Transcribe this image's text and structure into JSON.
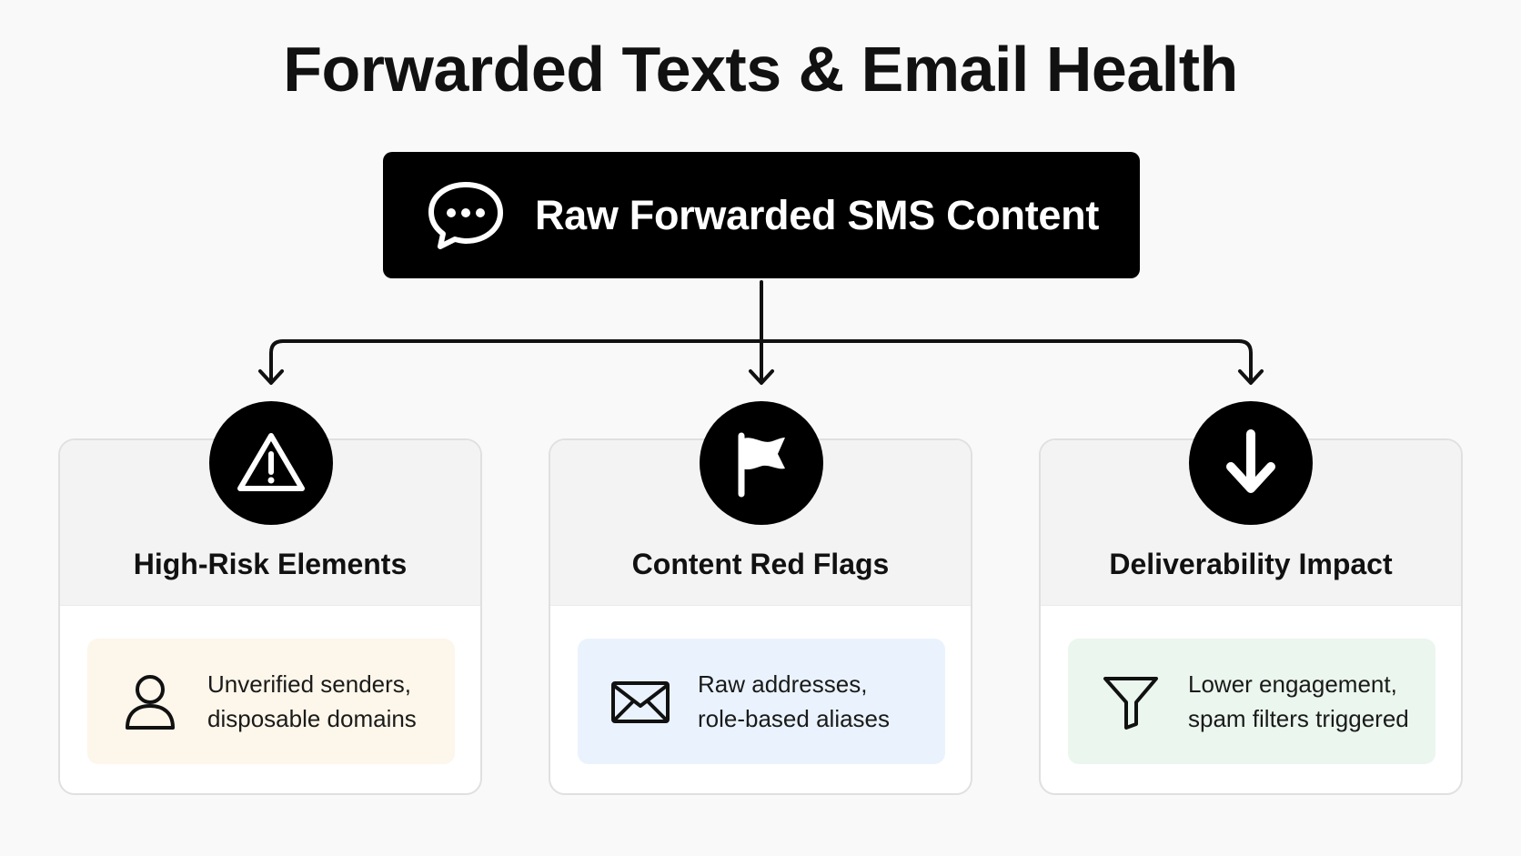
{
  "title": "Forwarded Texts & Email Health",
  "root": {
    "label": "Raw Forwarded SMS Content",
    "icon": "chat-bubble-icon"
  },
  "branches": [
    {
      "title": "High-Risk Elements",
      "badge_icon": "warning-triangle-icon",
      "item_icon": "user-icon",
      "item_text_line1": "Unverified senders,",
      "item_text_line2": "disposable domains",
      "item_color": "#fdf6ea"
    },
    {
      "title": "Content Red Flags",
      "badge_icon": "flag-icon",
      "item_icon": "envelope-icon",
      "item_text_line1": "Raw addresses,",
      "item_text_line2": "role-based aliases",
      "item_color": "#eaf3fd"
    },
    {
      "title": "Deliverability Impact",
      "badge_icon": "arrow-down-icon",
      "item_icon": "filter-icon",
      "item_text_line1": "Lower engagement,",
      "item_text_line2": "spam filters triggered",
      "item_color": "#ebf6ee"
    }
  ]
}
